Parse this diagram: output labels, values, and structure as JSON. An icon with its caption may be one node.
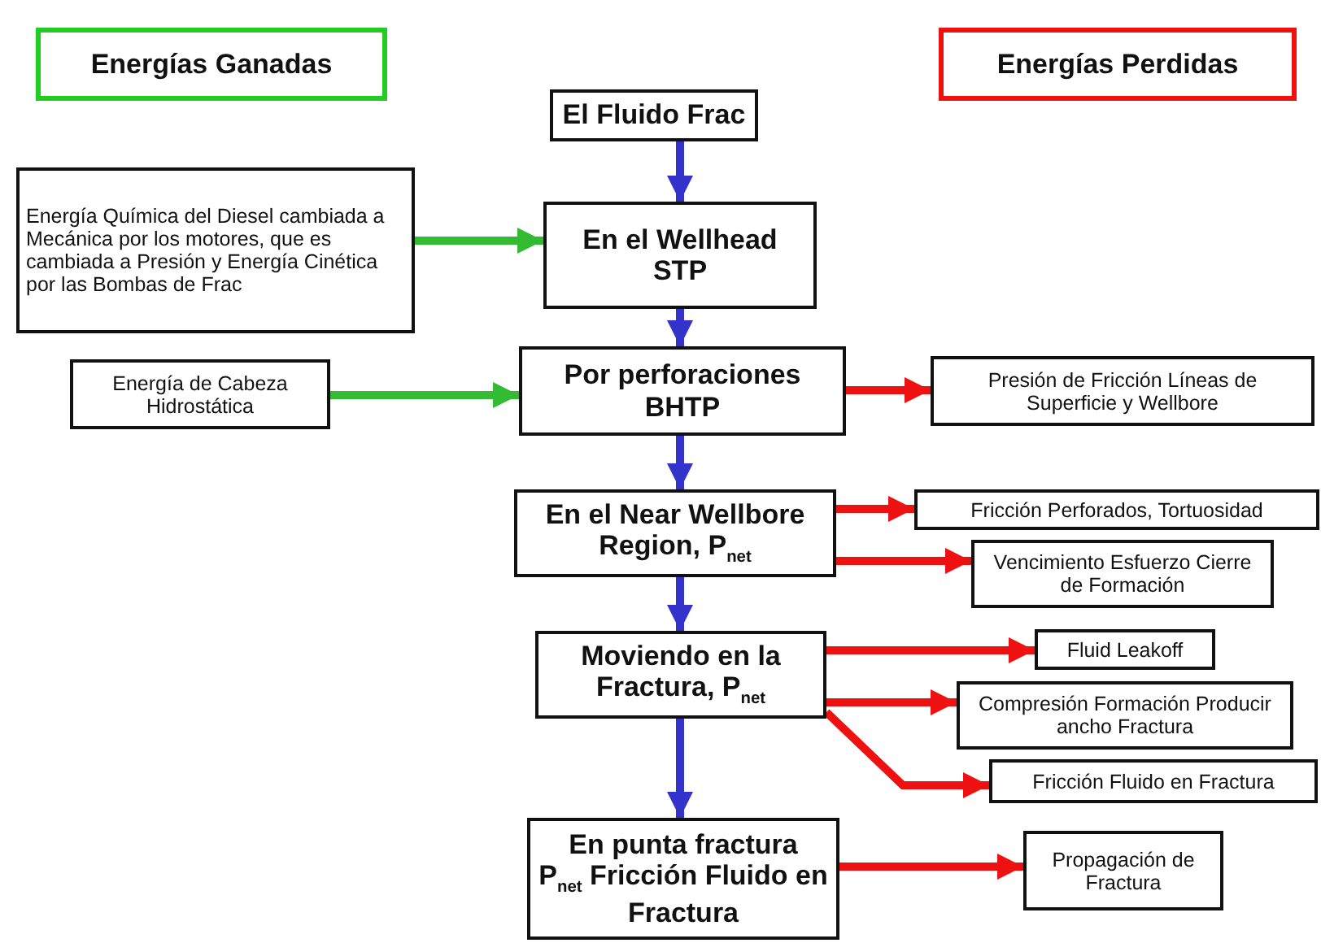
{
  "diagram": {
    "nodes": [
      {
        "text": [
          "Energías Ganadas"
        ]
      },
      {
        "text": [
          "Energías Perdidas"
        ]
      },
      {
        "text": [
          "El Fluido Frac"
        ]
      },
      {
        "text": [
          "Energía Química del Diesel cambiada a Mecánica por los motores, que es cambiada a Presión y Energía Cinética por las Bombas de Frac"
        ]
      },
      {
        "text": [
          "En el Wellhead",
          "STP"
        ]
      },
      {
        "text": [
          "Energía de Cabeza Hidrostática"
        ]
      },
      {
        "text": [
          "Por perforaciones",
          "BHTP"
        ]
      },
      {
        "text": [
          "Presión de Fricción Líneas de Superficie y Wellbore"
        ]
      },
      {
        "text": [
          "En el Near Wellbore Region, P$_{net}$"
        ]
      },
      {
        "text": [
          "Fricción Perforados, Tortuosidad"
        ]
      },
      {
        "text": [
          "Vencimiento Esfuerzo Cierre de Formación"
        ]
      },
      {
        "text": [
          "Moviendo en la Fractura, P$_{net}$"
        ]
      },
      {
        "text": [
          "Fluid Leakoff"
        ]
      },
      {
        "text": [
          "Compresión Formación Producir ancho Fractura"
        ]
      },
      {
        "text": [
          "Fricción Fluido en Fractura"
        ]
      },
      {
        "text": [
          "En punta fractura",
          "P$_{net}$ Fricción Fluido en Fractura"
        ]
      },
      {
        "text": [
          "Propagación de Fractura"
        ]
      }
    ],
    "edges": [
      {
        "from": 2,
        "to": 4,
        "arrow": "to",
        "color": "#3333cc"
      },
      {
        "from": 3,
        "to": 4,
        "arrow": "to",
        "color": "#33bb33"
      },
      {
        "from": 4,
        "to": 6,
        "arrow": "to",
        "color": "#3333cc"
      },
      {
        "from": 5,
        "to": 6,
        "arrow": "to",
        "color": "#33bb33"
      },
      {
        "from": 6,
        "to": 7,
        "arrow": "to",
        "color": "#ee1111"
      },
      {
        "from": 6,
        "to": 8,
        "arrow": "to",
        "color": "#3333cc"
      },
      {
        "from": 8,
        "to": 9,
        "arrow": "to",
        "color": "#ee1111"
      },
      {
        "from": 8,
        "to": 10,
        "arrow": "to",
        "color": "#ee1111"
      },
      {
        "from": 8,
        "to": 11,
        "arrow": "to",
        "color": "#3333cc"
      },
      {
        "from": 11,
        "to": 12,
        "arrow": "to",
        "color": "#ee1111"
      },
      {
        "from": 11,
        "to": 13,
        "arrow": "to",
        "color": "#ee1111"
      },
      {
        "from": 11,
        "to": 14,
        "arrow": "to",
        "color": "#ee1111"
      },
      {
        "from": 11,
        "to": 15,
        "arrow": "to",
        "color": "#3333cc"
      },
      {
        "from": 15,
        "to": 16,
        "arrow": "to",
        "color": "#ee1111"
      }
    ]
  }
}
